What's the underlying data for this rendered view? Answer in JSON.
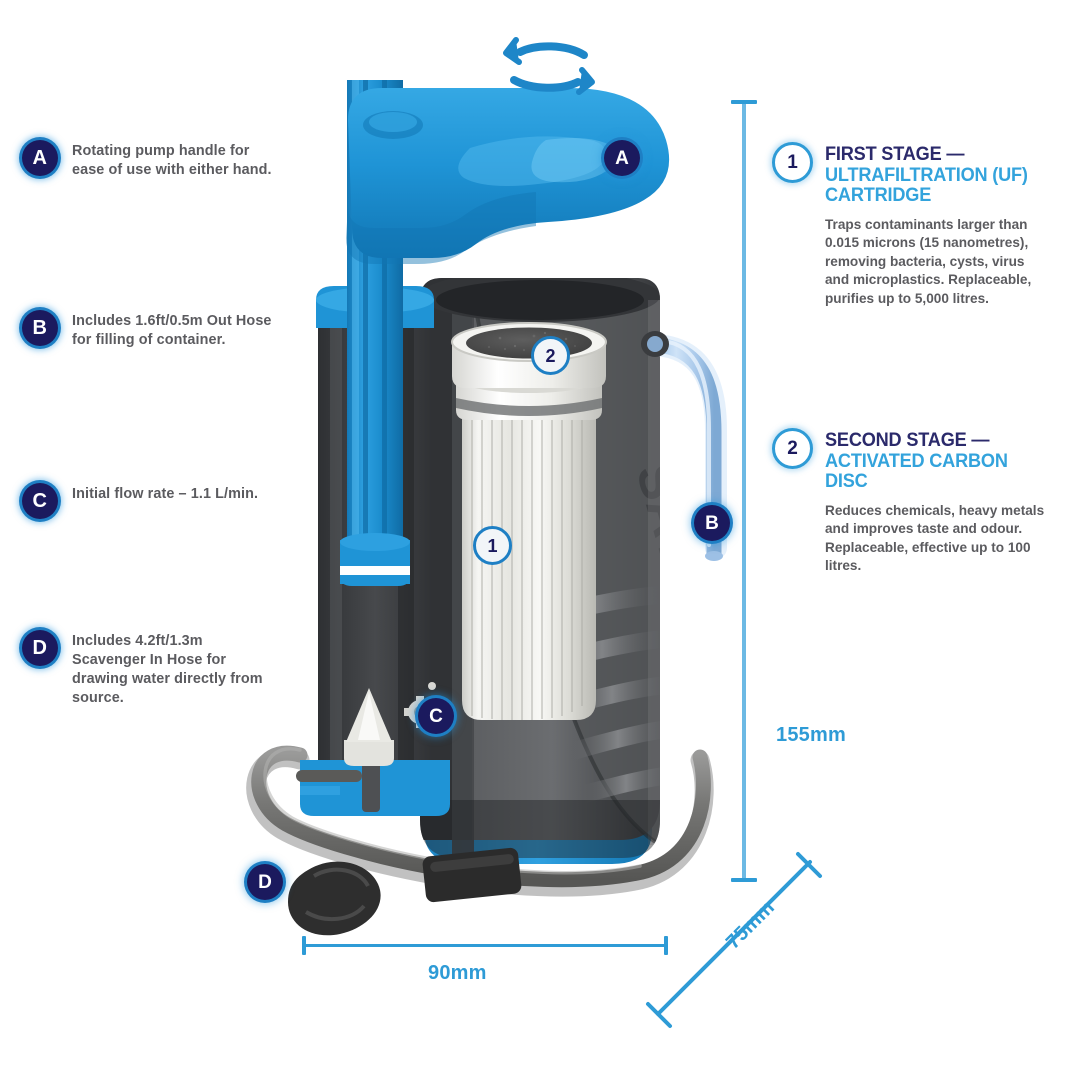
{
  "product": {
    "brand_emboss": "SAVE",
    "rotation_arrows": "bidirectional-rotation-arrows"
  },
  "features": [
    {
      "key": "A",
      "text": "Rotating pump handle for ease of use with either hand."
    },
    {
      "key": "B",
      "text": "Includes 1.6ft/0.5m Out Hose for filling of container."
    },
    {
      "key": "C",
      "text": "Initial flow rate – 1.1 L/min."
    },
    {
      "key": "D",
      "text": "Includes 4.2ft/1.3m Scavenger In Hose for drawing water directly from source."
    }
  ],
  "stages": [
    {
      "number": "1",
      "title_line1": "FIRST STAGE —",
      "title_line2": "ULTRAFILTRATION (UF) CARTRIDGE",
      "description": "Traps contaminants larger than 0.015 microns (15 nanometres), removing bacteria, cysts, virus and microplastics. Replaceable, purifies up to 5,000 litres."
    },
    {
      "number": "2",
      "title_line1": "SECOND STAGE —",
      "title_line2": "ACTIVATED CARBON DISC",
      "description": "Reduces chemicals, heavy metals and improves taste and odour. Replaceable, effective up to 100 litres."
    }
  ],
  "markers": {
    "a": "A",
    "b": "B",
    "c": "C",
    "d": "D",
    "one": "1",
    "two": "2"
  },
  "dimensions": {
    "height": "155mm",
    "width": "90mm",
    "depth": "75mm"
  },
  "colors": {
    "brand_blue": "#2e9bd6",
    "pump_blue": "#1f94d6",
    "navy": "#1b1a5e",
    "heading_navy": "#2b2a6b",
    "heading_blue": "#33a3dc",
    "body_gray": "#5b5b5f",
    "housing_dark": "#4a4c4f",
    "cartridge_white": "#f1f1ee",
    "carbon_dark": "#4b4b4b",
    "hose_gray": "#7d7d7d"
  }
}
